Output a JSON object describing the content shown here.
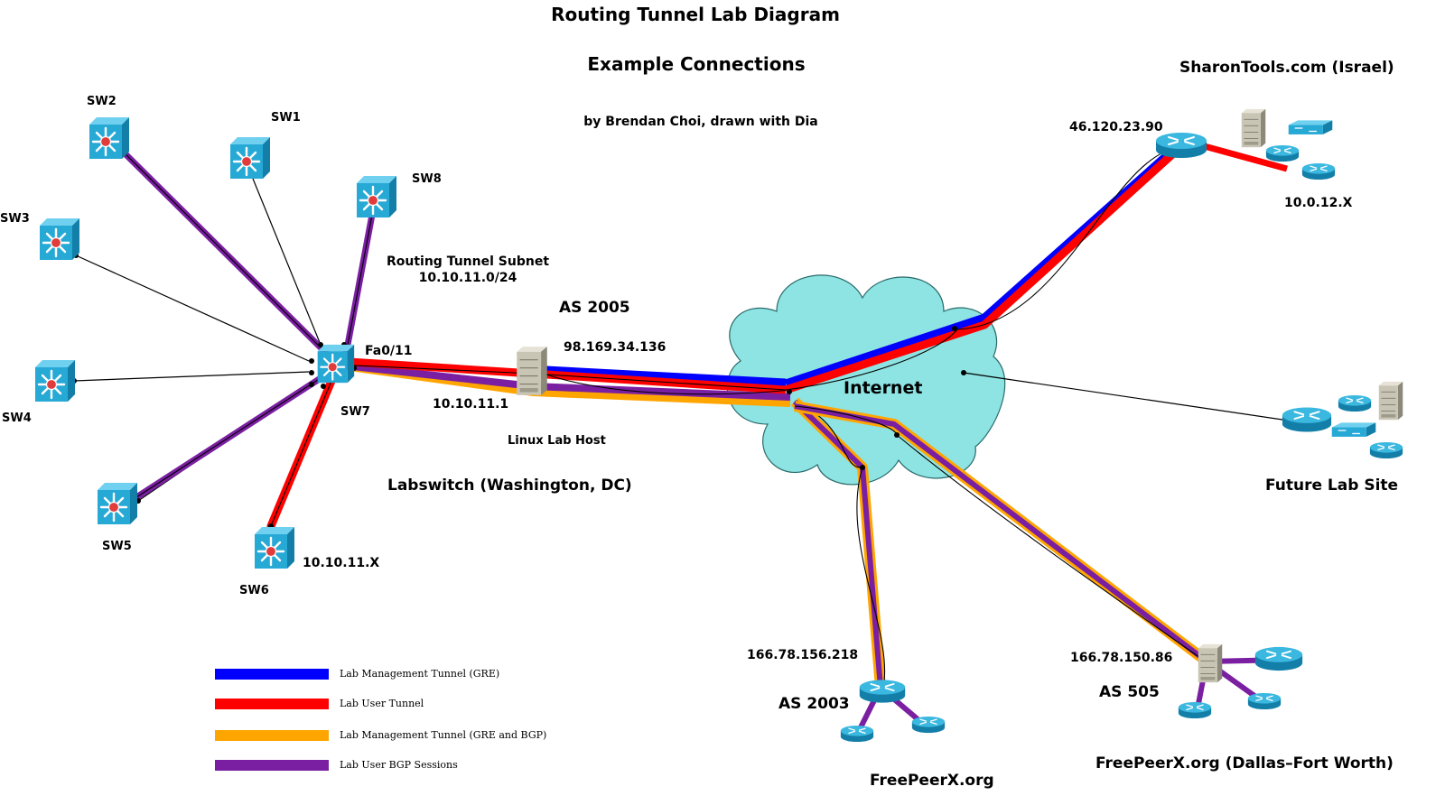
{
  "header": {
    "title": "Routing Tunnel Lab Diagram",
    "subtitle": "Example Connections",
    "byline": "by Brendan Choi, drawn with Dia"
  },
  "colors": {
    "gre": "#0000ff",
    "user_tunnel": "#ff0000",
    "gre_bgp": "#ffa500",
    "bgp_sessions": "#7b1fa2",
    "cloud": "#8ee3e3",
    "switch": "#27a9d6",
    "switch_core": "#e23b3b",
    "router": "#2aa8d4",
    "server": "#c8c5b5"
  },
  "switches": {
    "sw1": "SW1",
    "sw2": "SW2",
    "sw3": "SW3",
    "sw4": "SW4",
    "sw5": "SW5",
    "sw6": "SW6",
    "sw7": "SW7",
    "sw8": "SW8"
  },
  "labels": {
    "fa_port": "Fa0/11",
    "routing_subnet": "Routing Tunnel Subnet",
    "routing_subnet_cidr": "10.10.11.0/24",
    "as_2005": "AS 2005",
    "ip_98": "98.169.34.136",
    "ip_10_1": "10.10.11.1",
    "linux_host": "Linux Lab Host",
    "labswitch": "Labswitch (Washington, DC)",
    "ip_10_x": "10.10.11.X",
    "internet": "Internet",
    "sharontools": "SharonTools.com (Israel)",
    "ip_46": "46.120.23.90",
    "ip_10_0_12": "10.0.12.X",
    "future_site": "Future Lab Site",
    "ip_166_218": "166.78.156.218",
    "as_2003": "AS 2003",
    "freepeerx": "FreePeerX.org",
    "ip_166_86": "166.78.150.86",
    "as_505": "AS 505",
    "freepeerx_dfw": "FreePeerX.org (Dallas–Fort Worth)"
  },
  "legend": [
    {
      "label": "Lab Management Tunnel (GRE)",
      "color": "#0000ff"
    },
    {
      "label": "Lab User Tunnel",
      "color": "#ff0000"
    },
    {
      "label": "Lab Management Tunnel (GRE and BGP)",
      "color": "#ffa500"
    },
    {
      "label": "Lab User BGP Sessions",
      "color": "#7b1fa2"
    }
  ]
}
